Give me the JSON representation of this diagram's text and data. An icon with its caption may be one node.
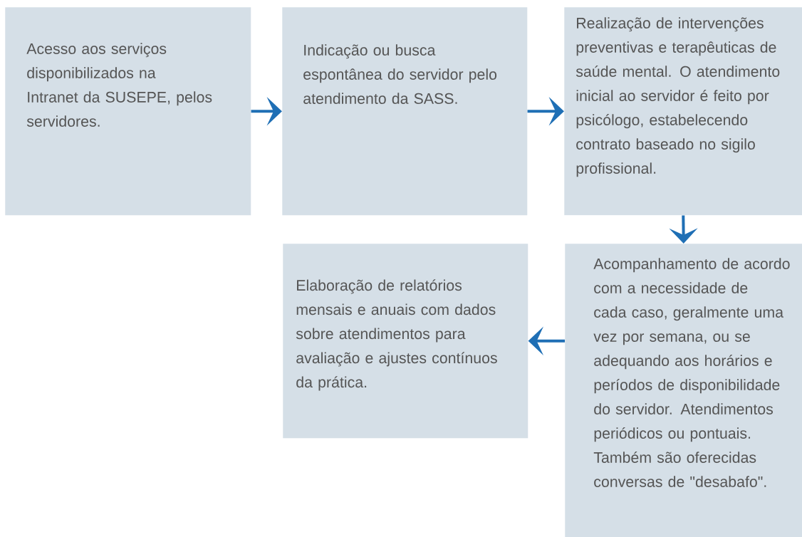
{
  "diagram": {
    "nodes": [
      {
        "text": [
          "Acesso aos serviços disponibilizados na Intranet da SUSEPE, pelos servidores."
        ]
      },
      {
        "text": [
          "Indicação ou busca espontânea do servidor pelo atendimento da SASS."
        ]
      },
      {
        "text": [
          "Realização de intervenções preventivas e terapêuticas de saúde mental. O atendimento inicial ao servidor é feito por psicólogo, estabelecendo contrato baseado no sigilo profissional."
        ]
      },
      {
        "text": [
          "Elaboração de relatórios mensais e anuais com dados sobre atendimentos para avaliação e ajustes contínuos da prática."
        ]
      },
      {
        "text": [
          "Acompanhamento de acordo com a necessidade de cada caso, geralmente uma vez por semana, ou se adequando aos horários e períodos de disponibilidade do servidor. Atendimentos periódicos ou pontuais. Também são oferecidas conversas de \"desabafo\"."
        ]
      }
    ],
    "edges": [
      {
        "from": 0,
        "to": 1,
        "arrow": "to"
      },
      {
        "from": 1,
        "to": 2,
        "arrow": "to"
      },
      {
        "from": 2,
        "to": 4,
        "arrow": "to"
      },
      {
        "from": 4,
        "to": 3,
        "arrow": "to"
      }
    ]
  }
}
